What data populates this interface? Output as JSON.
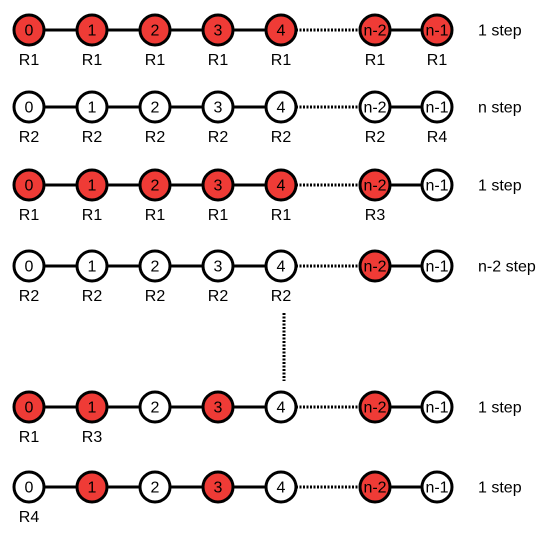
{
  "colors": {
    "filled": "#ef3b36",
    "empty": "#ffffff",
    "stroke": "#000000"
  },
  "rows": [
    {
      "step": "1 step",
      "nodes": [
        {
          "label": "0",
          "filled": true,
          "rule": "R1"
        },
        {
          "label": "1",
          "filled": true,
          "rule": "R1"
        },
        {
          "label": "2",
          "filled": true,
          "rule": "R1"
        },
        {
          "label": "3",
          "filled": true,
          "rule": "R1"
        },
        {
          "label": "4",
          "filled": true,
          "rule": "R1"
        },
        {
          "label": "n-2",
          "filled": true,
          "rule": "R1"
        },
        {
          "label": "n-1",
          "filled": true,
          "rule": "R1"
        }
      ]
    },
    {
      "step": "n step",
      "nodes": [
        {
          "label": "0",
          "filled": false,
          "rule": "R2"
        },
        {
          "label": "1",
          "filled": false,
          "rule": "R2"
        },
        {
          "label": "2",
          "filled": false,
          "rule": "R2"
        },
        {
          "label": "3",
          "filled": false,
          "rule": "R2"
        },
        {
          "label": "4",
          "filled": false,
          "rule": "R2"
        },
        {
          "label": "n-2",
          "filled": false,
          "rule": "R2"
        },
        {
          "label": "n-1",
          "filled": false,
          "rule": "R4"
        }
      ]
    },
    {
      "step": "1 step",
      "nodes": [
        {
          "label": "0",
          "filled": true,
          "rule": "R1"
        },
        {
          "label": "1",
          "filled": true,
          "rule": "R1"
        },
        {
          "label": "2",
          "filled": true,
          "rule": "R1"
        },
        {
          "label": "3",
          "filled": true,
          "rule": "R1"
        },
        {
          "label": "4",
          "filled": true,
          "rule": "R1"
        },
        {
          "label": "n-2",
          "filled": true,
          "rule": "R3"
        },
        {
          "label": "n-1",
          "filled": false,
          "rule": ""
        }
      ]
    },
    {
      "step": "n-2 step",
      "nodes": [
        {
          "label": "0",
          "filled": false,
          "rule": "R2"
        },
        {
          "label": "1",
          "filled": false,
          "rule": "R2"
        },
        {
          "label": "2",
          "filled": false,
          "rule": "R2"
        },
        {
          "label": "3",
          "filled": false,
          "rule": "R2"
        },
        {
          "label": "4",
          "filled": false,
          "rule": "R2"
        },
        {
          "label": "n-2",
          "filled": true,
          "rule": ""
        },
        {
          "label": "n-1",
          "filled": false,
          "rule": ""
        }
      ]
    },
    {
      "step": "1 step",
      "nodes": [
        {
          "label": "0",
          "filled": true,
          "rule": "R1"
        },
        {
          "label": "1",
          "filled": true,
          "rule": "R3"
        },
        {
          "label": "2",
          "filled": false,
          "rule": ""
        },
        {
          "label": "3",
          "filled": true,
          "rule": ""
        },
        {
          "label": "4",
          "filled": false,
          "rule": ""
        },
        {
          "label": "n-2",
          "filled": true,
          "rule": ""
        },
        {
          "label": "n-1",
          "filled": false,
          "rule": ""
        }
      ]
    },
    {
      "step": "1 step",
      "nodes": [
        {
          "label": "0",
          "filled": false,
          "rule": "R4"
        },
        {
          "label": "1",
          "filled": true,
          "rule": ""
        },
        {
          "label": "2",
          "filled": false,
          "rule": ""
        },
        {
          "label": "3",
          "filled": true,
          "rule": ""
        },
        {
          "label": "4",
          "filled": false,
          "rule": ""
        },
        {
          "label": "n-2",
          "filled": true,
          "rule": ""
        },
        {
          "label": "n-1",
          "filled": false,
          "rule": ""
        }
      ]
    }
  ]
}
